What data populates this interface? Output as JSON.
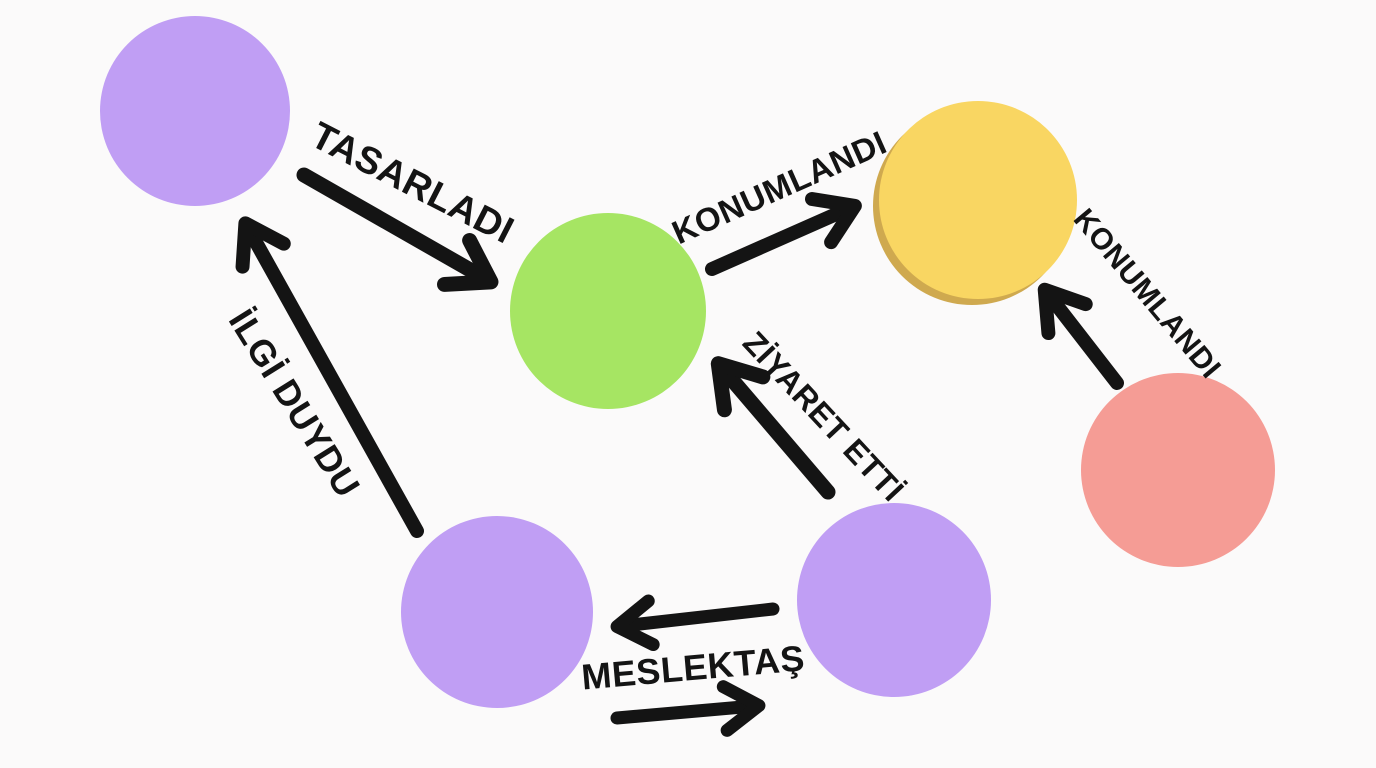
{
  "canvas": {
    "background": "#fbfafa",
    "ink": "#141414"
  },
  "nodes": [
    {
      "name": "purple-top-left",
      "color": "#c09ef4"
    },
    {
      "name": "green-center",
      "color": "#a6e563"
    },
    {
      "name": "yellow-top-right",
      "color": "#f9d662",
      "shadow_color": "#cfa94f"
    },
    {
      "name": "pink-right",
      "color": "#f59c95"
    },
    {
      "name": "purple-bottom-left",
      "color": "#c09ef4"
    },
    {
      "name": "purple-bottom-right",
      "color": "#c09ef4"
    }
  ],
  "edges": [
    {
      "label": "TASARLADI",
      "from": "purple-top-left",
      "to": "green-center",
      "direction": "one-way"
    },
    {
      "label": "KONUMLANDI",
      "from": "green-center",
      "to": "yellow-top-right",
      "direction": "one-way"
    },
    {
      "label": "KONUMLANDI",
      "from": "pink-right",
      "to": "yellow-top-right",
      "direction": "one-way"
    },
    {
      "label": "İLGİ DUYDU",
      "from": "purple-bottom-left",
      "to": "purple-top-left",
      "direction": "one-way"
    },
    {
      "label": "ZİYARET ETTİ",
      "from": "purple-bottom-right",
      "to": "green-center",
      "direction": "one-way"
    },
    {
      "label": "MESLEKTAŞ",
      "from": "purple-bottom-left",
      "to": "purple-bottom-right",
      "direction": "two-way"
    }
  ]
}
